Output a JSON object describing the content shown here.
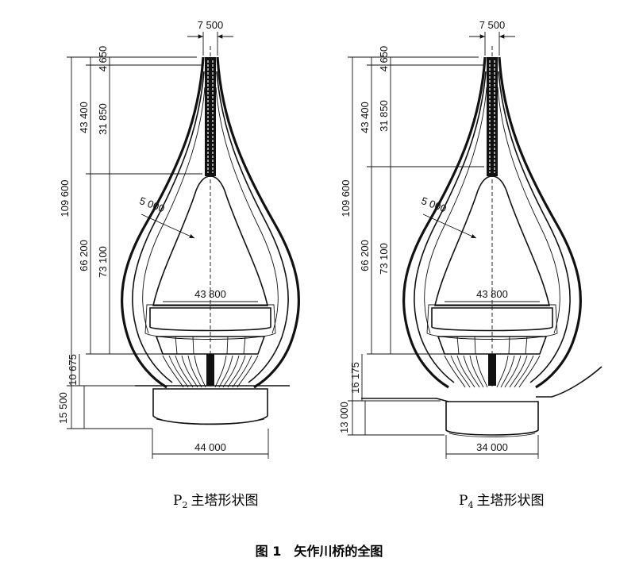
{
  "towers": [
    {
      "id": "p2",
      "caption_prefix": "P",
      "caption_sub": "2",
      "caption_text": "主塔形状图",
      "top_width": "7 500",
      "base_width": "44 000",
      "inner_width": "43 800",
      "slant": "5 000",
      "vertical_dims": [
        "109 600",
        "43 400",
        "4 650",
        "31 850",
        "66 200",
        "73 100",
        "10 675",
        "15 500"
      ]
    },
    {
      "id": "p4",
      "caption_prefix": "P",
      "caption_sub": "4",
      "caption_text": "主塔形状图",
      "top_width": "7 500",
      "base_width": "34 000",
      "inner_width": "43 800",
      "slant": "5 000",
      "vertical_dims": [
        "109 600",
        "43 400",
        "4 650",
        "31 850",
        "66 200",
        "73 100",
        "16 175",
        "13 000"
      ]
    }
  ],
  "figure_title": "图 1　矢作川桥的全图"
}
